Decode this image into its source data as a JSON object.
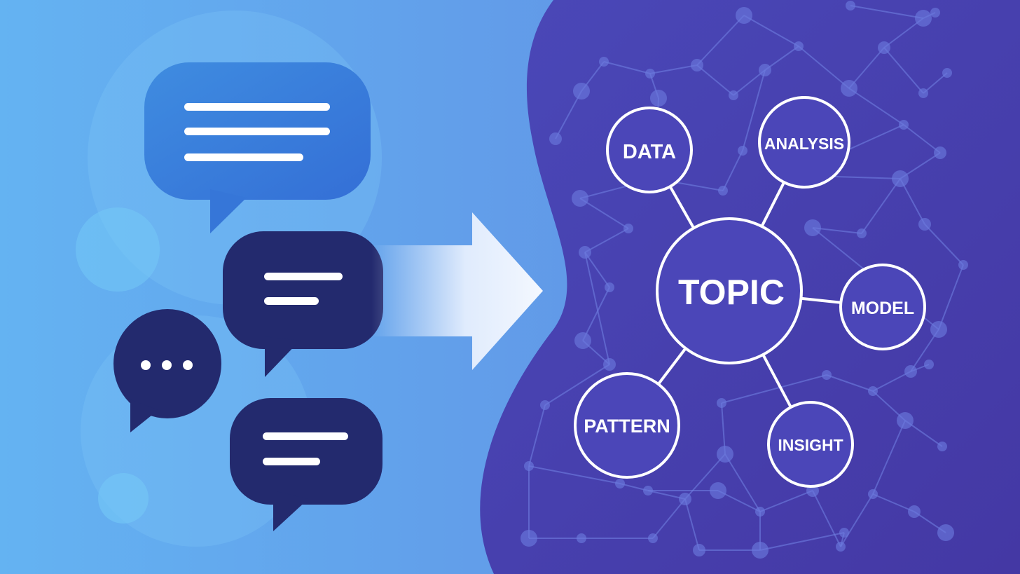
{
  "colors": {
    "bg_left_start": "#64b3f2",
    "bg_left_end": "#5f86e0",
    "bg_right_start": "#4846b6",
    "bg_right_end": "#4539a6",
    "bubble_blue": "#3b7fdc",
    "bubble_navy": "#232a6e",
    "node_fill": "#4b46b8",
    "node_stroke": "#ffffff",
    "arrow": "#eef4ff"
  },
  "diagram": {
    "center": {
      "label": "TOPIC"
    },
    "nodes": [
      {
        "id": "data",
        "label": "DATA"
      },
      {
        "id": "analysis",
        "label": "ANALYSIS"
      },
      {
        "id": "model",
        "label": "MODEL"
      },
      {
        "id": "insight",
        "label": "INSIGHT"
      },
      {
        "id": "pattern",
        "label": "PATTERN"
      }
    ],
    "edges": [
      [
        "topic",
        "data"
      ],
      [
        "topic",
        "analysis"
      ],
      [
        "topic",
        "model"
      ],
      [
        "topic",
        "insight"
      ],
      [
        "topic",
        "pattern"
      ]
    ]
  },
  "icons": {
    "chat_bubbles": [
      "chat-bubble-icon",
      "chat-bubble-icon",
      "typing-bubble-icon",
      "chat-bubble-icon"
    ],
    "arrow": "arrow-right-icon",
    "network": "network-graph-icon"
  }
}
